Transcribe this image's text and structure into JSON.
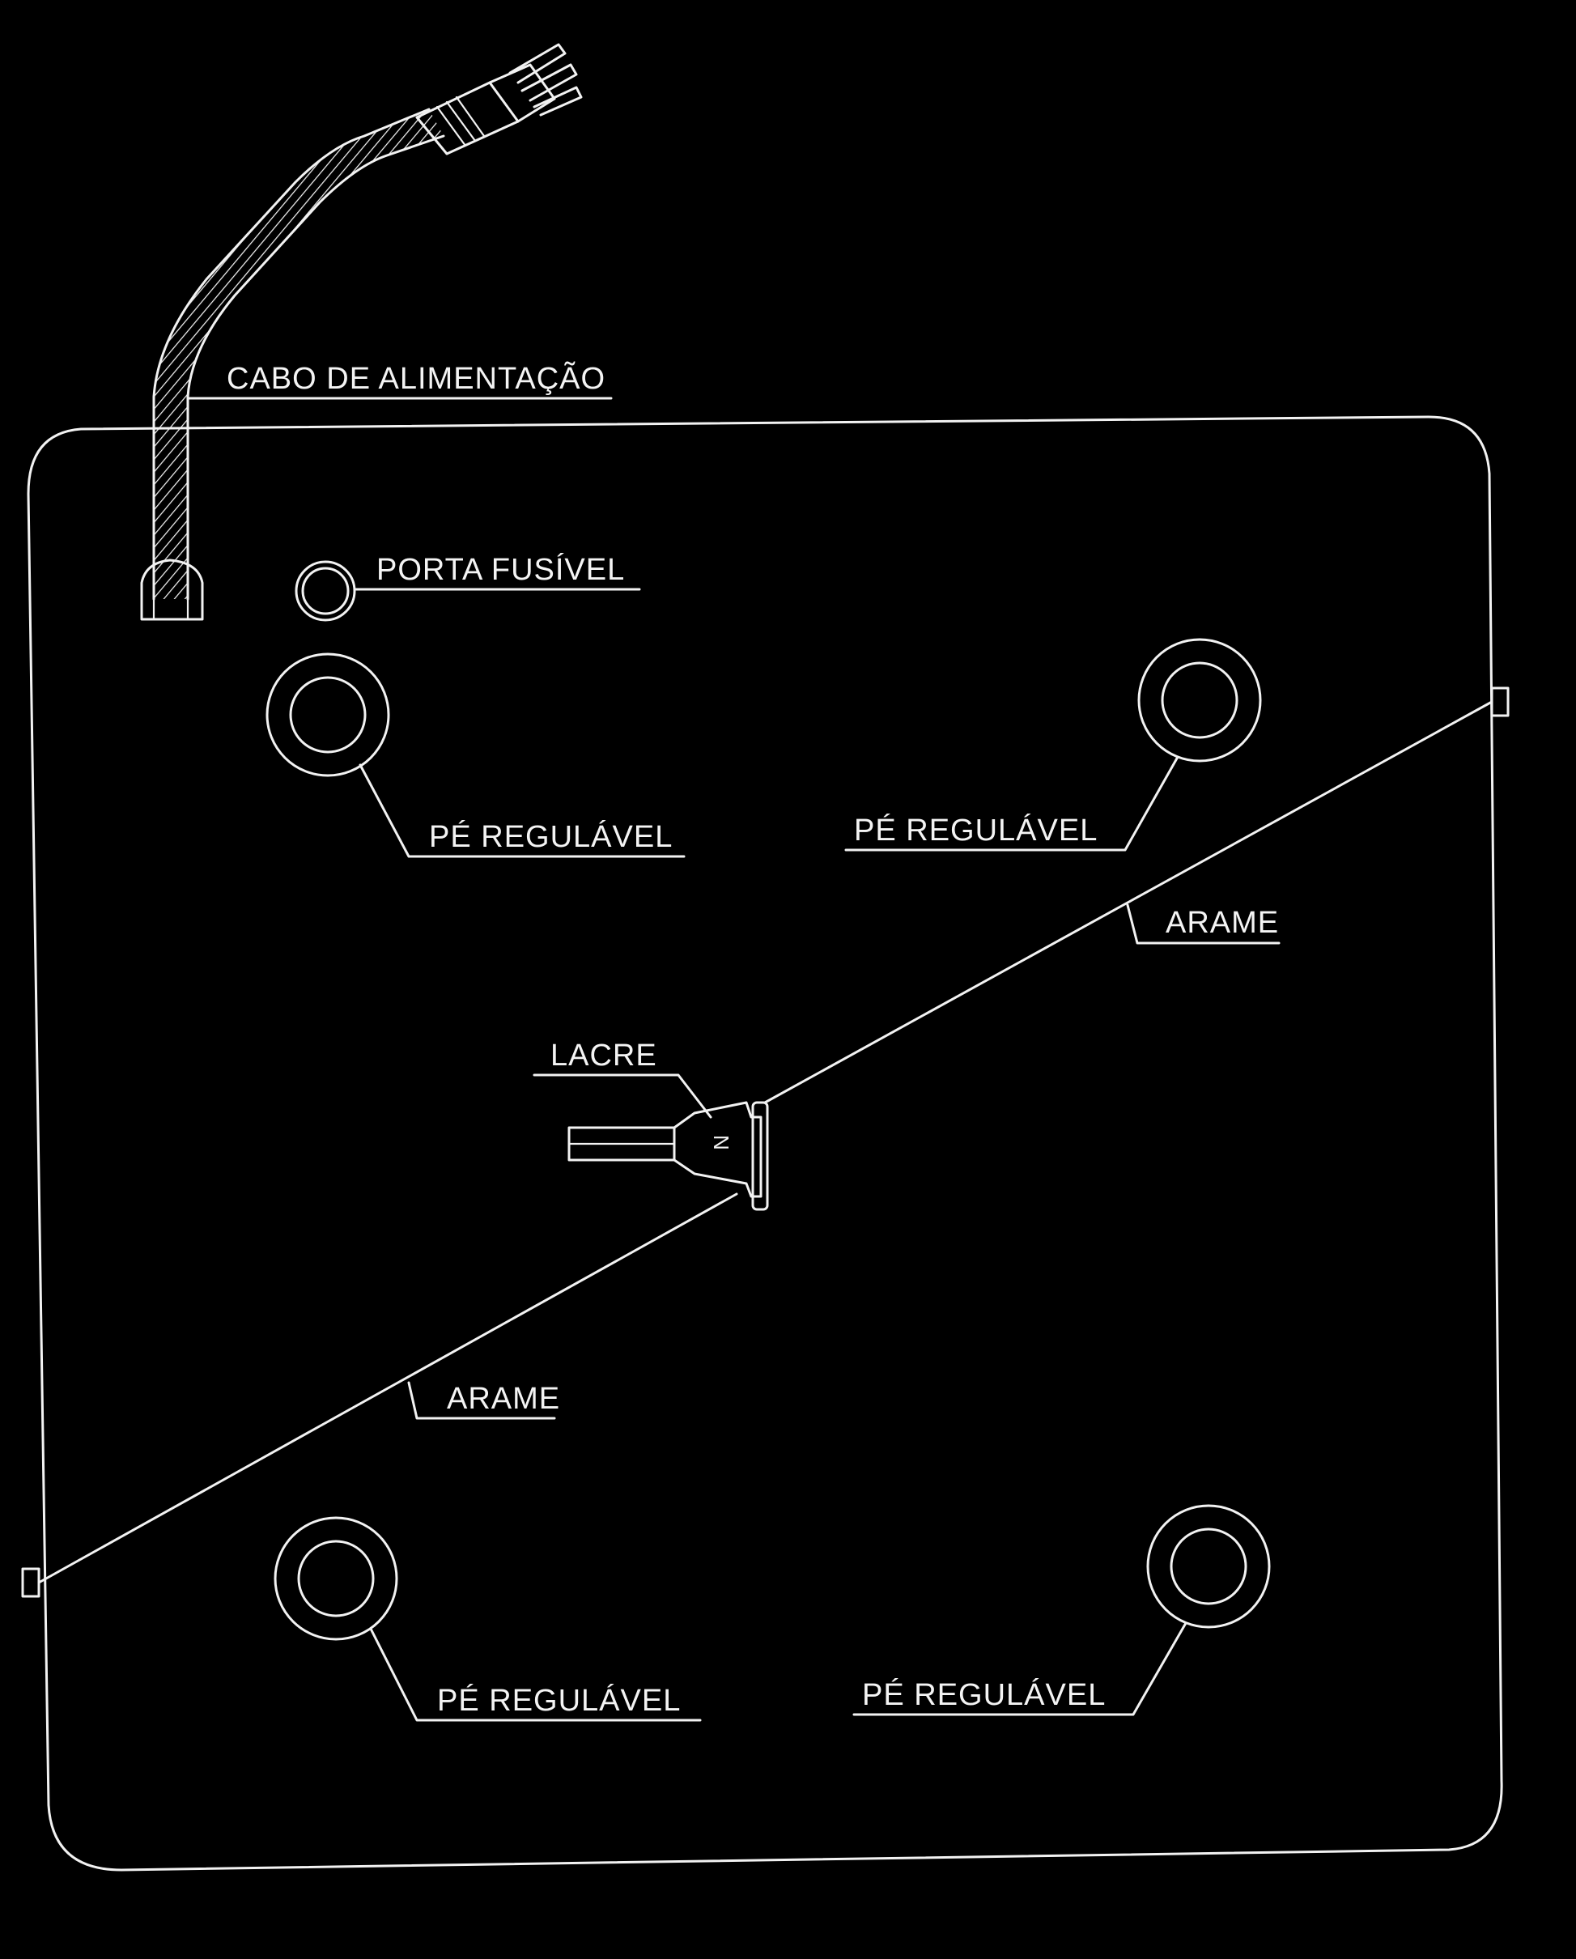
{
  "colors": {
    "background": "#000000",
    "line": "#f2f2f2"
  },
  "labels": {
    "power_cable": "CABO DE ALIMENTAÇÃO",
    "fuse_holder": "PORTA FUSÍVEL",
    "foot_top_left": "PÉ REGULÁVEL",
    "foot_top_right": "PÉ REGULÁVEL",
    "wire_upper": "ARAME",
    "seal": "LACRE",
    "wire_lower": "ARAME",
    "foot_bottom_left": "PÉ REGULÁVEL",
    "foot_bottom_right": "PÉ REGULÁVEL"
  }
}
